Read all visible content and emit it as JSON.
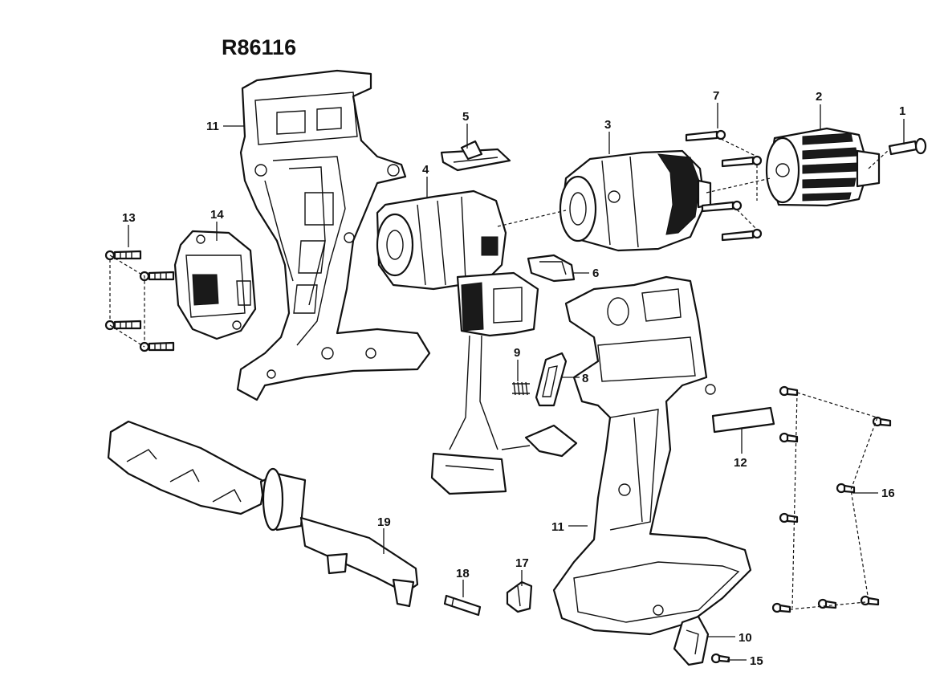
{
  "diagram": {
    "title": "R86116",
    "callouts": {
      "c1": "1",
      "c2": "2",
      "c3": "3",
      "c4": "4",
      "c5": "5",
      "c6": "6",
      "c7": "7",
      "c8": "8",
      "c9": "9",
      "c10": "10",
      "c11a": "11",
      "c11b": "11",
      "c12": "12",
      "c13": "13",
      "c14": "14",
      "c15": "15",
      "c16": "16",
      "c17": "17",
      "c18": "18",
      "c19": "19"
    }
  }
}
